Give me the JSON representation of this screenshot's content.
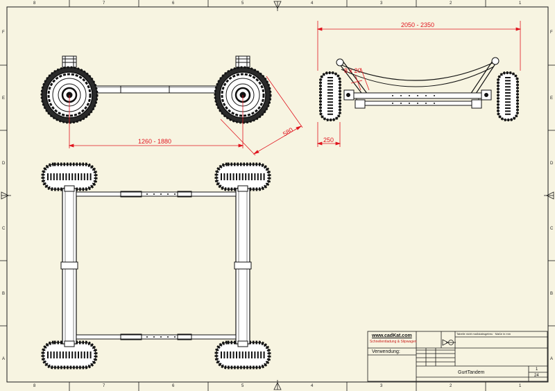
{
  "drawing": {
    "title": "GurtTandem",
    "sheet_number": "1",
    "sheet_total": "24",
    "company_url": "www.cadKat.com",
    "company_tagline": "Schnellentladung & Slipwagen",
    "usage_label": "Verwendung:",
    "title_block_note": "Tabelle nicht maßstabsgetreu · Maße in mm"
  },
  "dimensions": {
    "overall_length": "2050 - 2350",
    "wheelbase": "1260 - 1880",
    "diagonal": "580",
    "wheel_width": "250",
    "arm_spacing": "8 x 20"
  },
  "border_zones": {
    "columns": [
      "8",
      "7",
      "6",
      "5",
      "4",
      "3",
      "2",
      "1"
    ],
    "rows": [
      "F",
      "E",
      "D",
      "C",
      "B",
      "A"
    ]
  },
  "colors": {
    "paper": "#f7f4e1",
    "line": "#1a1a1a",
    "dimension": "#e0141e",
    "tagline": "#c8201c"
  }
}
